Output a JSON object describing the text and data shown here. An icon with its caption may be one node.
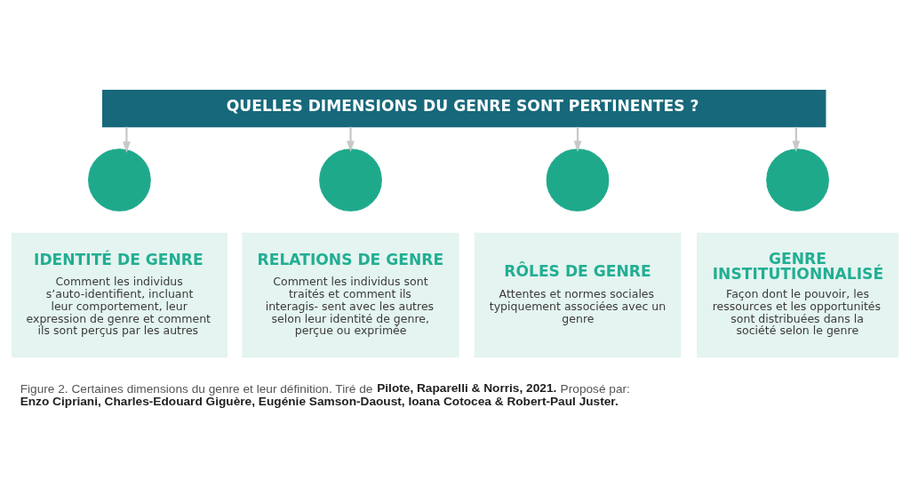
{
  "diagram": {
    "caption": "Figure 2. Certaines dimensions du genre et leur définition. Tiré de **Pilote, Raparelli & Norris, 2021**. Proposé par: **Enzo Cipriani, Charles-Edouard Giguère, Eugénie Samson-Daoust, Ioana Cotocea & Robert-Paul Juster**.",
    "nodes": [
      {
        "text": [
          "QUELLES DIMENSIONS DU GENRE SONT PERTINENTES ?"
        ]
      },
      {
        "text": [],
        "shape": "circle"
      },
      {
        "text": [
          "IDENTITÉ DE GENRE",
          "Comment les individus s’auto-identifient, incluant leur comportement, leur expression de genre et comment ils sont perçus par les autres"
        ]
      },
      {
        "text": [],
        "shape": "circle"
      },
      {
        "text": [
          "RELATIONS DE GENRE",
          "Comment les individus sont traités et comment ils interagis- sent avec les autres selon leur identité de genre, perçue ou exprimée"
        ]
      },
      {
        "text": [],
        "shape": "circle"
      },
      {
        "text": [
          "RÔLES DE GENRE",
          "Attentes et normes sociales typiquement associées avec un genre"
        ]
      },
      {
        "text": [],
        "shape": "circle"
      },
      {
        "text": [
          "GENRE INSTITUTIONNALISÉ",
          "Façon dont le pouvoir, les ressources et les opportunités sont distribuées dans la société selon le genre"
        ]
      }
    ],
    "edges": [
      {
        "from": 0,
        "to": 1,
        "arrow": "to"
      },
      {
        "from": 0,
        "to": 3,
        "arrow": "to"
      },
      {
        "from": 0,
        "to": 5,
        "arrow": "to"
      },
      {
        "from": 0,
        "to": 7,
        "arrow": "to"
      }
    ]
  }
}
